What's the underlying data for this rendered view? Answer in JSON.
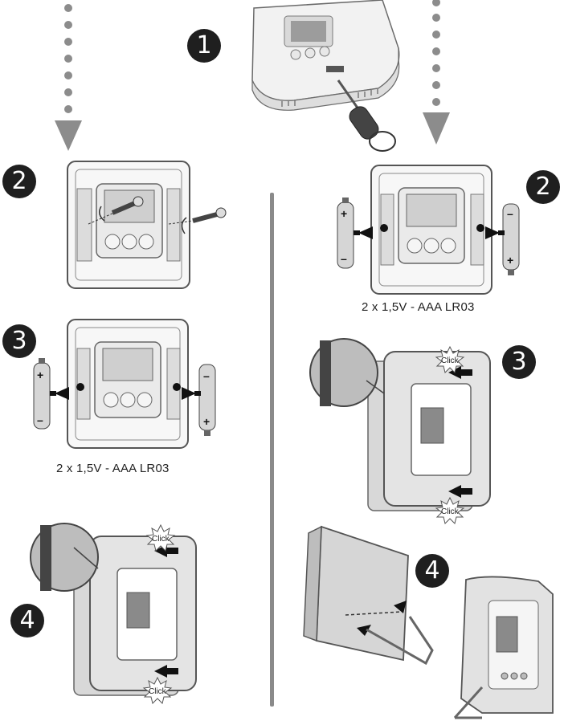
{
  "steps": {
    "left_top": "1",
    "left_2": "2",
    "left_3": "3",
    "left_4": "4",
    "right_2": "2",
    "right_3": "3",
    "right_4": "4"
  },
  "captions": {
    "left_battery": "2 x 1,5V - AAA LR03",
    "right_battery": "2 x 1,5V - AAA LR03"
  },
  "click_label": "Click",
  "battery_polarity": {
    "positive": "+",
    "negative": "–"
  },
  "colors": {
    "step_badge": "#1f1f1f",
    "divider": "#8a8a8a",
    "device": "#eeeeee",
    "arrow": "#111111"
  }
}
